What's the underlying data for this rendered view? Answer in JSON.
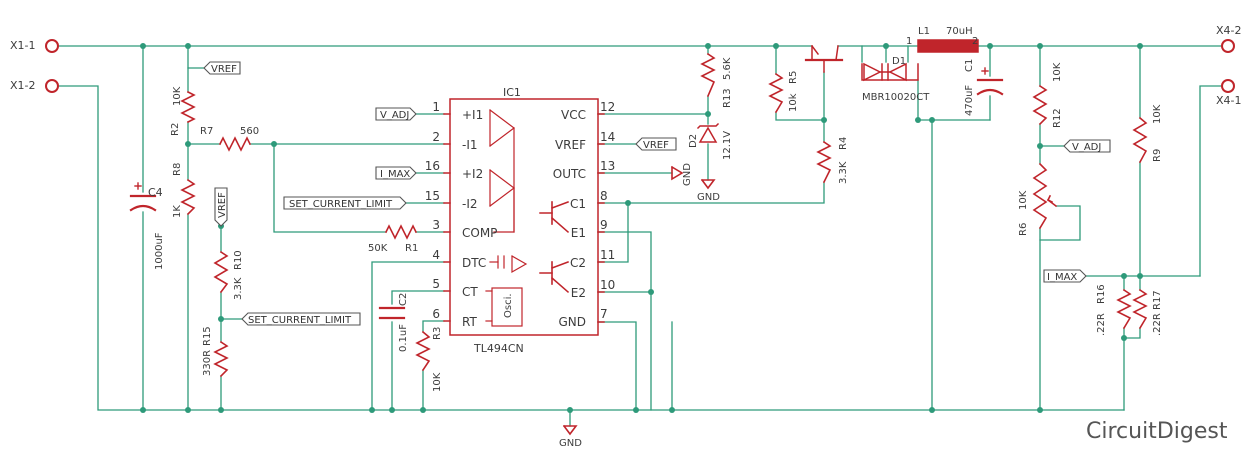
{
  "colors": {
    "wire": "#2e9a7a",
    "part": "#c0252b",
    "text": "#3c3c3c",
    "node": "#2e9a7a"
  },
  "terminals": {
    "x1_1": "X1-1",
    "x1_2": "X1-2",
    "x4_2": "X4-2",
    "x4_1": "X4-1"
  },
  "ic": {
    "name": "IC1",
    "part": "TL494CN",
    "osc_label": "Osci.",
    "left_pins": [
      {
        "num": "1",
        "name": "+I1"
      },
      {
        "num": "2",
        "name": "-I1"
      },
      {
        "num": "16",
        "name": "+I2"
      },
      {
        "num": "15",
        "name": "-I2"
      },
      {
        "num": "3",
        "name": "COMP"
      },
      {
        "num": "4",
        "name": "DTC"
      },
      {
        "num": "5",
        "name": "CT"
      },
      {
        "num": "6",
        "name": "RT"
      }
    ],
    "right_pins": [
      {
        "num": "12",
        "name": "VCC"
      },
      {
        "num": "14",
        "name": "VREF"
      },
      {
        "num": "13",
        "name": "OUTC"
      },
      {
        "num": "8",
        "name": "C1"
      },
      {
        "num": "9",
        "name": "E1"
      },
      {
        "num": "11",
        "name": "C2"
      },
      {
        "num": "10",
        "name": "E2"
      },
      {
        "num": "7",
        "name": "GND"
      }
    ]
  },
  "components": {
    "c4": {
      "ref": "C4",
      "value": "1000uF"
    },
    "r2": {
      "ref": "R2",
      "value": "10K"
    },
    "r8": {
      "ref": "R8",
      "value": "1K"
    },
    "r7": {
      "ref": "R7",
      "value": "560"
    },
    "r10": {
      "ref": "R10",
      "value": "3.3K"
    },
    "r15": {
      "ref": "R15",
      "value": "330R"
    },
    "r1": {
      "ref": "R1",
      "value": "50K"
    },
    "c2": {
      "ref": "C2",
      "value": "0.1uF"
    },
    "r3": {
      "ref": "R3",
      "value": "10K"
    },
    "r13": {
      "ref": "R13",
      "value": "5.6K"
    },
    "d2": {
      "ref": "D2",
      "value": "12.1V"
    },
    "r5": {
      "ref": "R5",
      "value": "10k"
    },
    "r4": {
      "ref": "R4",
      "value": "3.3K"
    },
    "d1": {
      "ref": "D1",
      "value": "MBR10020CT"
    },
    "l1": {
      "ref": "L1",
      "value": "70uH",
      "pin1": "1",
      "pin2": "2"
    },
    "c1": {
      "ref": "C1",
      "value": "470uF"
    },
    "r12": {
      "ref": "R12",
      "value": "10K"
    },
    "r6": {
      "ref": "R6",
      "value": "10K"
    },
    "r9": {
      "ref": "R9",
      "value": "10K"
    },
    "r16": {
      "ref": "R16",
      "value": ".22R"
    },
    "r17": {
      "ref": "R17",
      "value": ".22R"
    }
  },
  "net_flags": {
    "vref_left": "VREF",
    "vref_div": "VREF",
    "set_current_mid": "SET_CURRENT_LIMIT",
    "v_adj_in": "V_ADJ",
    "i_max_in": "I_MAX",
    "set_current_in": "SET_CURRENT_LIMIT",
    "vref_out": "VREF",
    "v_adj_right": "V_ADJ",
    "i_max_right": "I_MAX"
  },
  "gnd_labels": {
    "outc": "GND",
    "zener": "GND",
    "main": "GND"
  },
  "brand": {
    "part1": "Circuit",
    "part2": "Digest"
  }
}
